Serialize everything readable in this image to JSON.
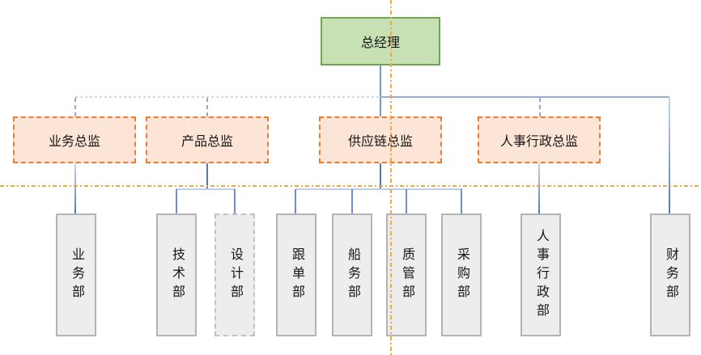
{
  "diagram": {
    "type": "org-chart",
    "root": {
      "label": "总经理"
    },
    "directors": [
      {
        "label": "业务总监"
      },
      {
        "label": "产品总监"
      },
      {
        "label": "供应链总监"
      },
      {
        "label": "人事行政总监"
      }
    ],
    "departments": [
      {
        "label": "业务部"
      },
      {
        "label": "技术部"
      },
      {
        "label": "设计部"
      },
      {
        "label": "跟单部"
      },
      {
        "label": "船务部"
      },
      {
        "label": "质管部"
      },
      {
        "label": "采购部"
      },
      {
        "label": "人事行政部"
      },
      {
        "label": "财务部"
      }
    ],
    "edges": [
      {
        "from": "总经理",
        "to": "业务总监",
        "style": "dashed"
      },
      {
        "from": "总经理",
        "to": "产品总监",
        "style": "dashed"
      },
      {
        "from": "总经理",
        "to": "供应链总监",
        "style": "solid"
      },
      {
        "from": "总经理",
        "to": "人事行政总监",
        "style": "dashed"
      },
      {
        "from": "总经理",
        "to": "财务部",
        "style": "solid"
      },
      {
        "from": "业务总监",
        "to": "业务部",
        "style": "solid"
      },
      {
        "from": "产品总监",
        "to": "技术部",
        "style": "solid"
      },
      {
        "from": "产品总监",
        "to": "设计部",
        "style": "solid"
      },
      {
        "from": "供应链总监",
        "to": "跟单部",
        "style": "solid"
      },
      {
        "from": "供应链总监",
        "to": "船务部",
        "style": "solid"
      },
      {
        "from": "供应链总监",
        "to": "质管部",
        "style": "solid"
      },
      {
        "from": "供应链总监",
        "to": "采购部",
        "style": "solid"
      },
      {
        "from": "人事行政总监",
        "to": "人事行政部",
        "style": "solid"
      }
    ],
    "colors": {
      "root_fill": "#C7E1B5",
      "root_border": "#6FA84E",
      "director_fill": "#FCE4D6",
      "director_border": "#ED7D31",
      "dept_fill": "#EDEDED",
      "dept_border": "#B4B4B4",
      "connector_blue": "#4E79BE",
      "connector_light_blue": "#BECDE9",
      "guideline_orange": "#F5A73B"
    }
  }
}
